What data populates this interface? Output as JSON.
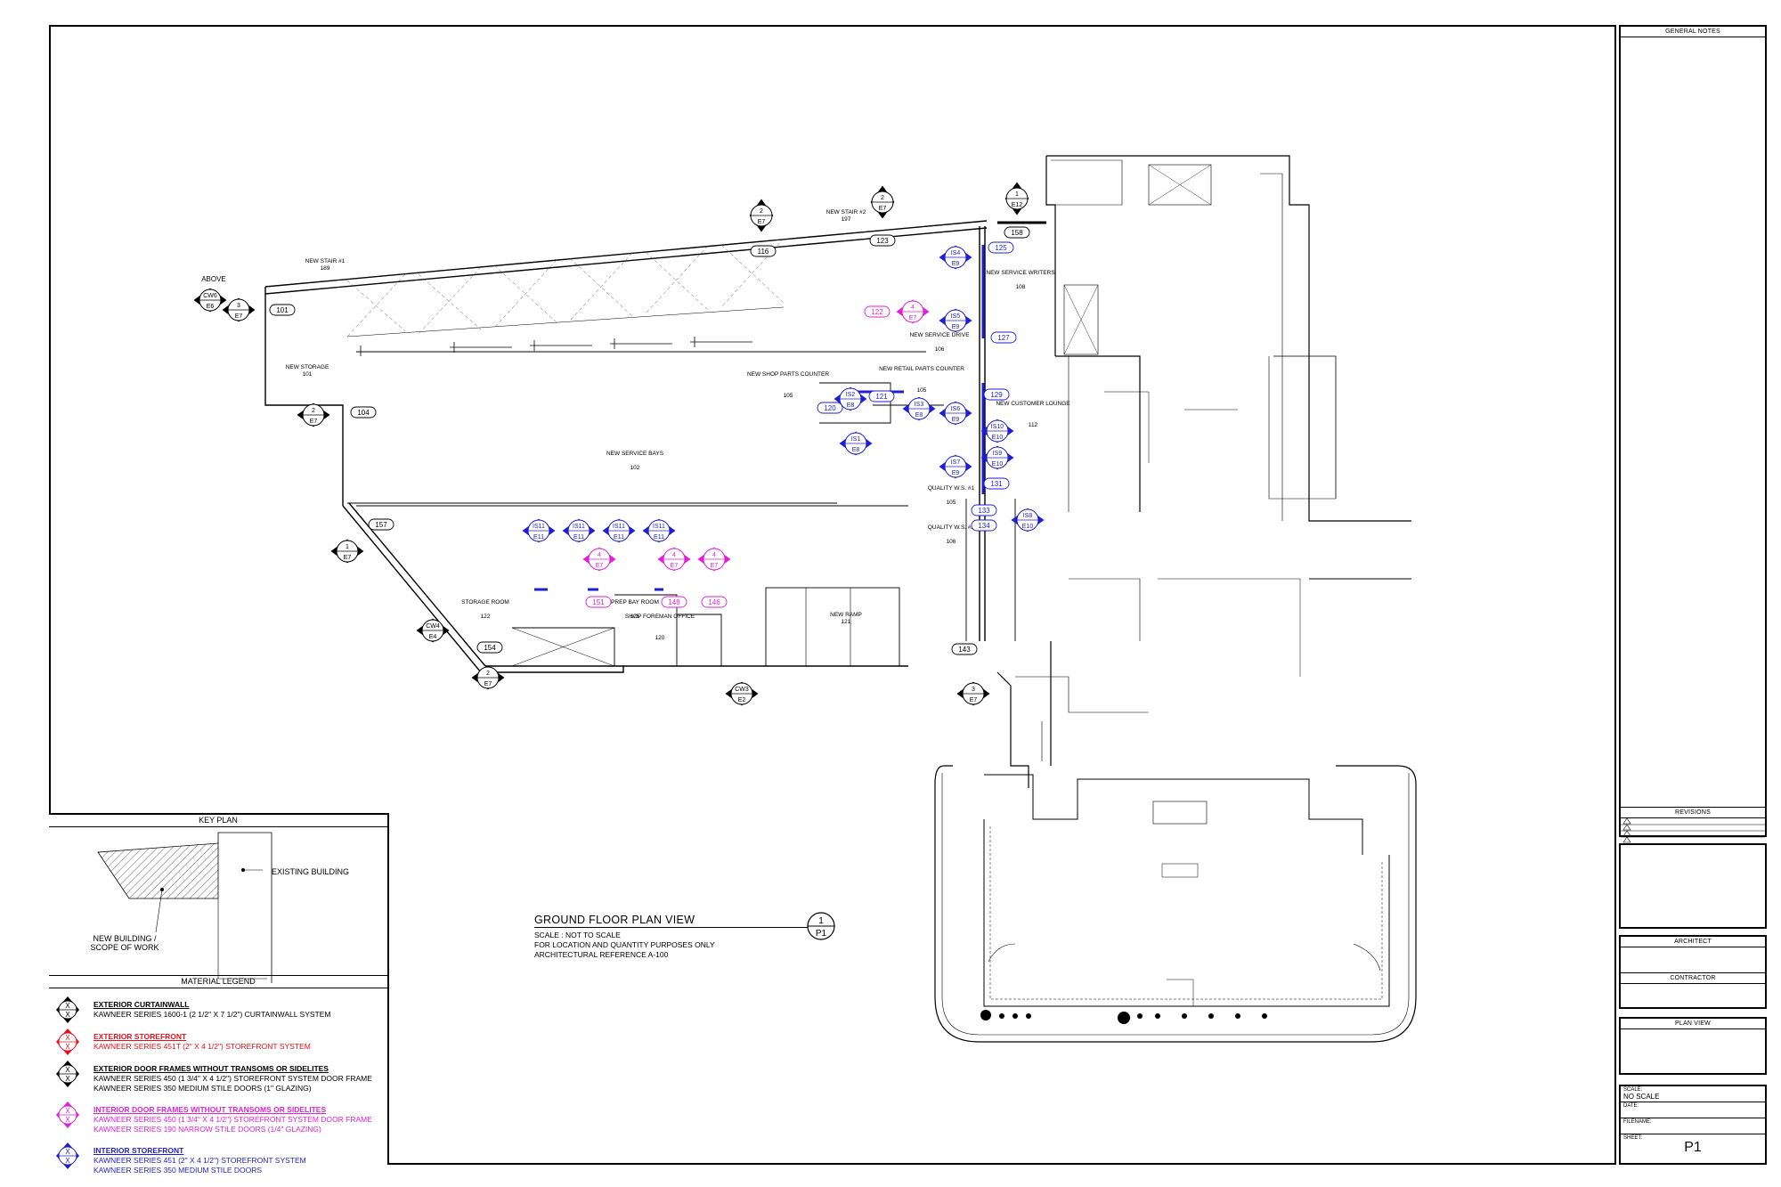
{
  "drawing": {
    "above_label": "ABOVE",
    "rooms": [
      {
        "name": "NEW STAIR #1",
        "num": "189"
      },
      {
        "name": "NEW STAIR #2",
        "num": "197"
      },
      {
        "name": "NEW STORAGE",
        "num": "101"
      },
      {
        "name": "NEW SERVICE WRITERS",
        "num": "108"
      },
      {
        "name": "NEW SERVICE DRIVE",
        "num": "106"
      },
      {
        "name": "NEW SHOP PARTS COUNTER",
        "num": "105"
      },
      {
        "name": "NEW RETAIL PARTS COUNTER",
        "num": "105"
      },
      {
        "name": "NEW CUSTOMER LOUNGE",
        "num": "112"
      },
      {
        "name": "NEW SERVICE BAYS",
        "num": "102"
      },
      {
        "name": "QUALITY W.S. #1",
        "num": "105"
      },
      {
        "name": "QUALITY W.S. #2",
        "num": "106"
      },
      {
        "name": "STORAGE ROOM",
        "num": "122"
      },
      {
        "name": "PREP BAY ROOM",
        "num": "125"
      },
      {
        "name": "SHOP FOREMAN OFFICE",
        "num": "120"
      },
      {
        "name": "NEW RAMP",
        "num": "121"
      }
    ],
    "door_tags": [
      "101",
      "104",
      "116",
      "123",
      "125",
      "127",
      "129",
      "131",
      "133",
      "134",
      "143",
      "154",
      "157",
      "158",
      "120",
      "121",
      "122",
      "151",
      "148",
      "146"
    ],
    "exterior_markers": [
      {
        "top": "2",
        "bottom": "E7"
      },
      {
        "top": "2",
        "bottom": "E7"
      },
      {
        "top": "1",
        "bottom": "E12"
      },
      {
        "top": "3",
        "bottom": "E7"
      },
      {
        "top": "CW6",
        "bottom": "E6"
      },
      {
        "top": "2",
        "bottom": "E7"
      },
      {
        "top": "1",
        "bottom": "E7"
      },
      {
        "top": "CW4",
        "bottom": "E4"
      },
      {
        "top": "2",
        "bottom": "E7"
      },
      {
        "top": "CW3",
        "bottom": "E2"
      },
      {
        "top": "3",
        "bottom": "E7"
      }
    ],
    "interior_blue_markers": [
      {
        "top": "IS4",
        "bottom": "E9"
      },
      {
        "top": "IS5",
        "bottom": "E9"
      },
      {
        "top": "IS2",
        "bottom": "E8"
      },
      {
        "top": "IS3",
        "bottom": "E8"
      },
      {
        "top": "IS1",
        "bottom": "E8"
      },
      {
        "top": "IS6",
        "bottom": "E9"
      },
      {
        "top": "IS10",
        "bottom": "E10"
      },
      {
        "top": "IS9",
        "bottom": "E10"
      },
      {
        "top": "IS7",
        "bottom": "E9"
      },
      {
        "top": "IS8",
        "bottom": "E10"
      },
      {
        "top": "IS11",
        "bottom": "E11"
      },
      {
        "top": "IS11",
        "bottom": "E11"
      },
      {
        "top": "IS11",
        "bottom": "E11"
      },
      {
        "top": "IS11",
        "bottom": "E11"
      }
    ],
    "interior_magenta_markers": [
      {
        "top": "4",
        "bottom": "E7"
      },
      {
        "top": "4",
        "bottom": "E7"
      },
      {
        "top": "4",
        "bottom": "E7"
      },
      {
        "top": "4",
        "bottom": "E7"
      }
    ]
  },
  "plan_title": {
    "title": "GROUND FLOOR PLAN VIEW",
    "scale": "SCALE : NOT TO SCALE",
    "note1": "FOR LOCATION AND QUANTITY PURPOSES ONLY",
    "note2": "ARCHITECTURAL REFERENCE A-100",
    "marker_top": "1",
    "marker_bottom": "P1"
  },
  "key_plan": {
    "title": "KEY PLAN",
    "existing": "EXISTING BUILDING",
    "new_line1": "NEW BUILDING /",
    "new_line2": "SCOPE OF WORK"
  },
  "material_legend": {
    "title": "MATERIAL LEGEND",
    "symbol_text": "X",
    "items": [
      {
        "heading": "EXTERIOR CURTAINWALL",
        "lines": [
          "KAWNEER SERIES 1600-1 (2 1/2\" X 7 1/2\") CURTAINWALL SYSTEM"
        ],
        "color": "#000000"
      },
      {
        "heading": "EXTERIOR STOREFRONT",
        "lines": [
          "KAWNEER SERIES 451T (2\" X 4 1/2\") STOREFRONT SYSTEM"
        ],
        "color": "#e8101a"
      },
      {
        "heading": "EXTERIOR DOOR FRAMES WITHOUT TRANSOMS OR SIDELITES",
        "lines": [
          "KAWNEER SERIES 450 (1 3/4\" X 4 1/2\") STOREFRONT SYSTEM DOOR FRAME",
          "KAWNEER SERIES 350 MEDIUM STILE DOORS (1\" GLAZING)"
        ],
        "color": "#000000"
      },
      {
        "heading": "INTERIOR DOOR FRAMES WITHOUT TRANSOMS OR SIDELITES",
        "lines": [
          "KAWNEER SERIES 450 (1 3/4\" X 4 1/2\") STOREFRONT SYSTEM DOOR FRAME",
          "KAWNEER SERIES 190 NARROW STILE DOORS (1/4\" GLAZING)"
        ],
        "color": "#e020d8"
      },
      {
        "heading": "INTERIOR STOREFRONT",
        "lines": [
          "KAWNEER SERIES 451 (2\" X 4 1/2\") STOREFRONT SYSTEM",
          "KAWNEER SERIES 350 MEDIUM STILE DOORS"
        ],
        "color": "#1f1fd0"
      }
    ]
  },
  "title_block": {
    "general_notes": "GENERAL NOTES",
    "revisions": "REVISIONS",
    "architect": "ARCHITECT",
    "contractor": "CONTRACTOR",
    "plan_view": "PLAN VIEW",
    "scale_label": "SCALE:",
    "scale_value": "NO SCALE",
    "date_label": "DATE:",
    "filename_label": "FILENAME:",
    "sheet_label": "SHEET:",
    "sheet_number": "P1"
  },
  "colors": {
    "exterior": "#000000",
    "storefront": "#e8101a",
    "interior_door": "#e020d8",
    "interior_storefront": "#1f1fd0"
  }
}
